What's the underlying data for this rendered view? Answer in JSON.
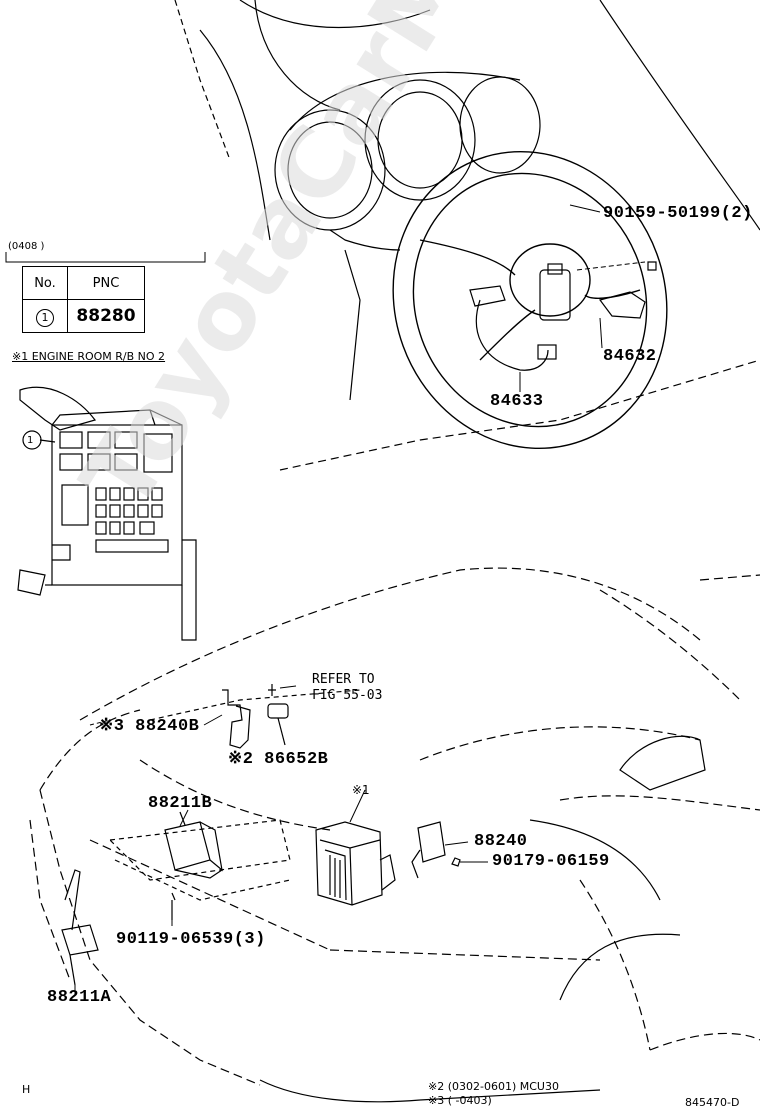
{
  "watermark": "ToyotaCarMaster.ru",
  "applicability_table": {
    "period": "(0408    )",
    "headers": {
      "no": "No.",
      "pnc": "PNC"
    },
    "rows": [
      {
        "no": "1",
        "pnc": "88280"
      }
    ]
  },
  "notes": {
    "engine_room": "※1 ENGINE ROOM R/B NO 2",
    "note2": "※2 (0302-0601) MCU30",
    "note3": "※3 (       -0403)"
  },
  "callout_marker": "1",
  "labels": {
    "bolt_steering": "90159-50199(2)",
    "switch_right": "84632",
    "switch_left": "84633",
    "refer_to_1": "REFER TO",
    "refer_to_2": "FIG 55-03",
    "sensor_88240b": "※3 88240B",
    "relay_86652b": "※2 86652B",
    "sensor_88211b": "88211B",
    "marker_1": "※1",
    "amp_88240": "88240",
    "screw_90179": "90179-06159",
    "bolt_90119": "90119-06539(3)",
    "sensor_88211a": "88211A",
    "page_code": "H",
    "figure_id": "845470-D"
  }
}
